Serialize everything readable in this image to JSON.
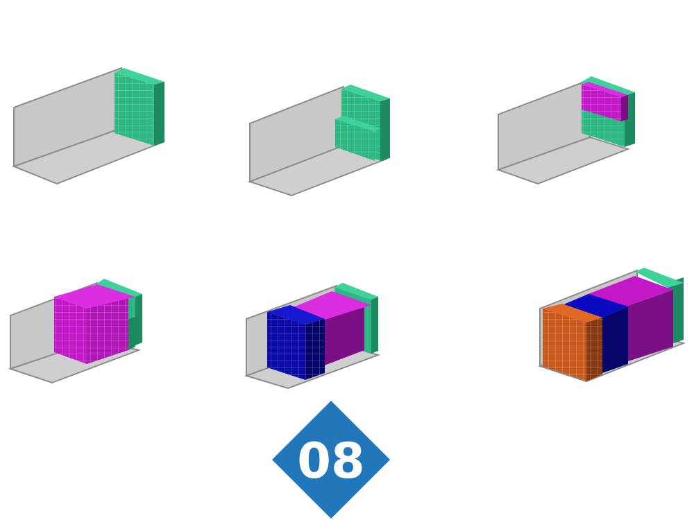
{
  "badge": {
    "label": "08",
    "color": "#2277bb",
    "text_color": "#ffffff"
  },
  "colors": {
    "container_face": "#c8c8c8",
    "container_edge": "#8c8c8c",
    "green": "#2db884",
    "green_side": "#1e8a60",
    "green_top": "#3fd19a",
    "magenta": "#c218c8",
    "magenta_side": "#7b0f86",
    "magenta_top": "#da2ee0",
    "blue": "#0a0aa8",
    "blue_side": "#06066a",
    "blue_top": "#1818d0",
    "orange": "#c85a1e",
    "orange_side": "#8a3a12",
    "orange_top": "#e06a24"
  },
  "steps": [
    {
      "name": "loading-step-1",
      "loads": [
        "green-wall"
      ]
    },
    {
      "name": "loading-step-2",
      "loads": [
        "green-stepped"
      ]
    },
    {
      "name": "loading-step-3",
      "loads": [
        "green-wall",
        "magenta-top-block"
      ]
    },
    {
      "name": "loading-step-4",
      "loads": [
        "green-wall",
        "magenta-cube"
      ]
    },
    {
      "name": "loading-step-5",
      "loads": [
        "green-wall",
        "magenta-cube",
        "blue-cube"
      ]
    },
    {
      "name": "loading-step-6",
      "loads": [
        "green-wall",
        "magenta-cube",
        "blue-cube",
        "orange-cube"
      ]
    }
  ]
}
